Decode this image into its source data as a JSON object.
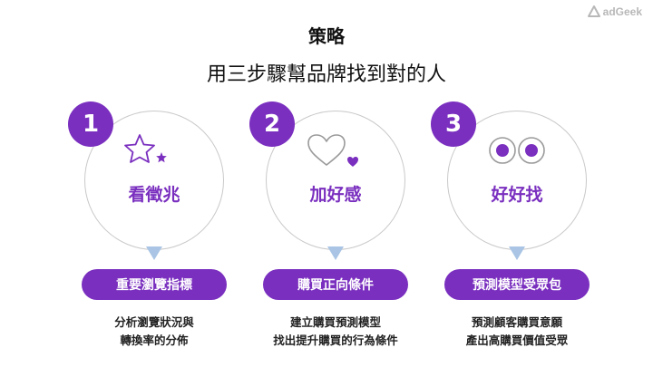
{
  "logo": {
    "text": "adGeek",
    "icon": "adgeek-logo-icon"
  },
  "title": "策略",
  "subtitle": "用三步驟幫品牌找到對的人",
  "accent_color": "#7a2fbf",
  "arrow_color": "#a9c4e4",
  "steps": [
    {
      "number": "1",
      "icon": "star-icon",
      "circle_label": "看徵兆",
      "pill_label": "重要瀏覽指標",
      "description": [
        "分析瀏覽狀況與",
        "轉換率的分佈"
      ]
    },
    {
      "number": "2",
      "icon": "heart-icon",
      "circle_label": "加好感",
      "pill_label": "購買正向條件",
      "description": [
        "建立購買預測模型",
        "找出提升購買的行為條件"
      ]
    },
    {
      "number": "3",
      "icon": "eyes-icon",
      "circle_label": "好好找",
      "pill_label": "預測模型受眾包",
      "description": [
        "預測顧客購買意願",
        "產出高購買價值受眾"
      ]
    }
  ]
}
